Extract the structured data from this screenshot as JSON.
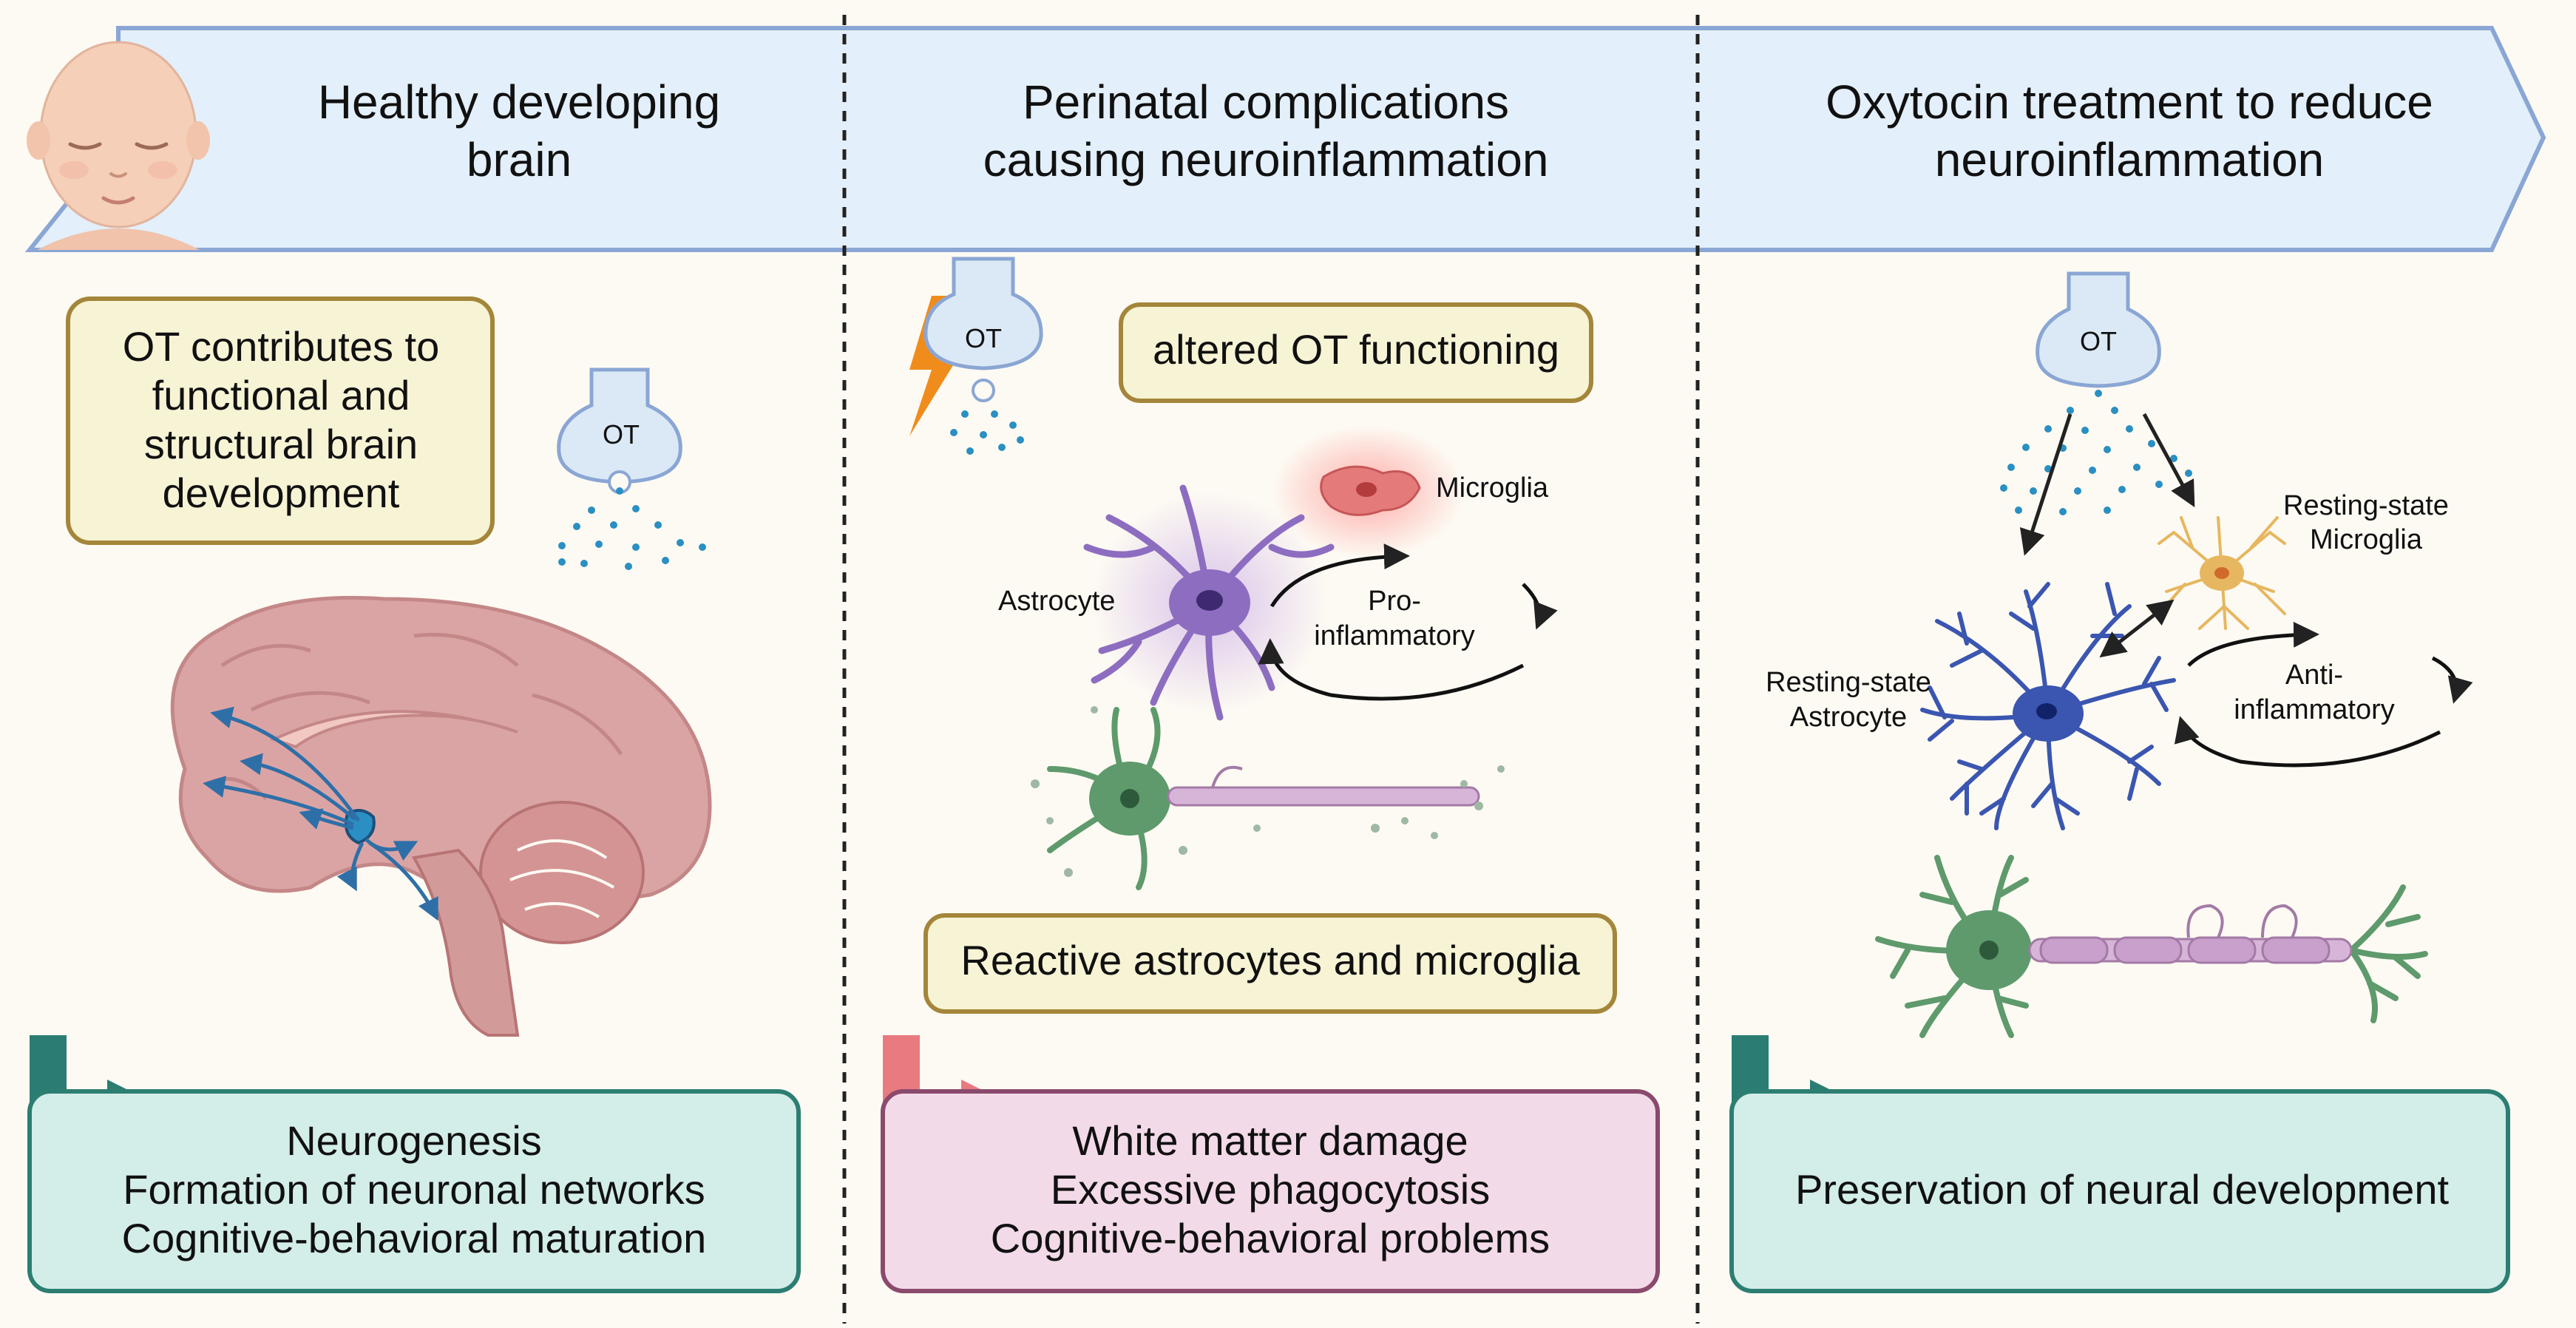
{
  "colors": {
    "background": "#fdfaf3",
    "banner_fill": "#e3effa",
    "banner_stroke": "#8aa6d4",
    "box_yellow_fill": "#f7f3d5",
    "box_yellow_stroke": "#a4863a",
    "teal_box_fill": "#d3ede9",
    "teal_box_stroke": "#2c7e72",
    "teal_arrow": "#2b7d73",
    "pink_box_fill": "#f3dae8",
    "pink_box_stroke": "#8a4a6d",
    "pink_arrow": "#e87a80",
    "astrocyte_purple": "#8d6dc0",
    "astrocyte_blue": "#3b56b0",
    "neuron_green": "#5e9a6c",
    "microglia_red": "#e47a7a",
    "microglia_orange": "#e6b760",
    "droplet": "#2a8fc2",
    "lightning": "#f08c1c",
    "brain": "#dba4a4"
  },
  "header": {
    "col1": [
      "Healthy developing",
      "brain"
    ],
    "col2": [
      "Perinatal complications",
      "causing neuroinflammation"
    ],
    "col3": [
      "Oxytocin treatment to reduce",
      "neuroinflammation"
    ]
  },
  "panel1": {
    "box_lines": [
      "OT contributes to",
      "functional and",
      "structural brain",
      "development"
    ],
    "ot_label": "OT",
    "outcome_lines": [
      "Neurogenesis",
      "Formation of neuronal networks",
      "Cognitive-behavioral maturation"
    ]
  },
  "panel2": {
    "ot_label": "OT",
    "box_text": "altered OT functioning",
    "microglia_label": "Microglia",
    "astrocyte_label": "Astrocyte",
    "cycle_lines": [
      "Pro-",
      "inflammatory"
    ],
    "reactive_text": "Reactive astrocytes and microglia",
    "outcome_lines": [
      "White matter damage",
      "Excessive phagocytosis",
      "Cognitive-behavioral problems"
    ]
  },
  "panel3": {
    "ot_label": "OT",
    "microglia_lines": [
      "Resting-state",
      "Microglia"
    ],
    "astrocyte_lines": [
      "Resting-state",
      "Astrocyte"
    ],
    "cycle_lines": [
      "Anti-",
      "inflammatory"
    ],
    "outcome_text": "Preservation of neural development"
  }
}
